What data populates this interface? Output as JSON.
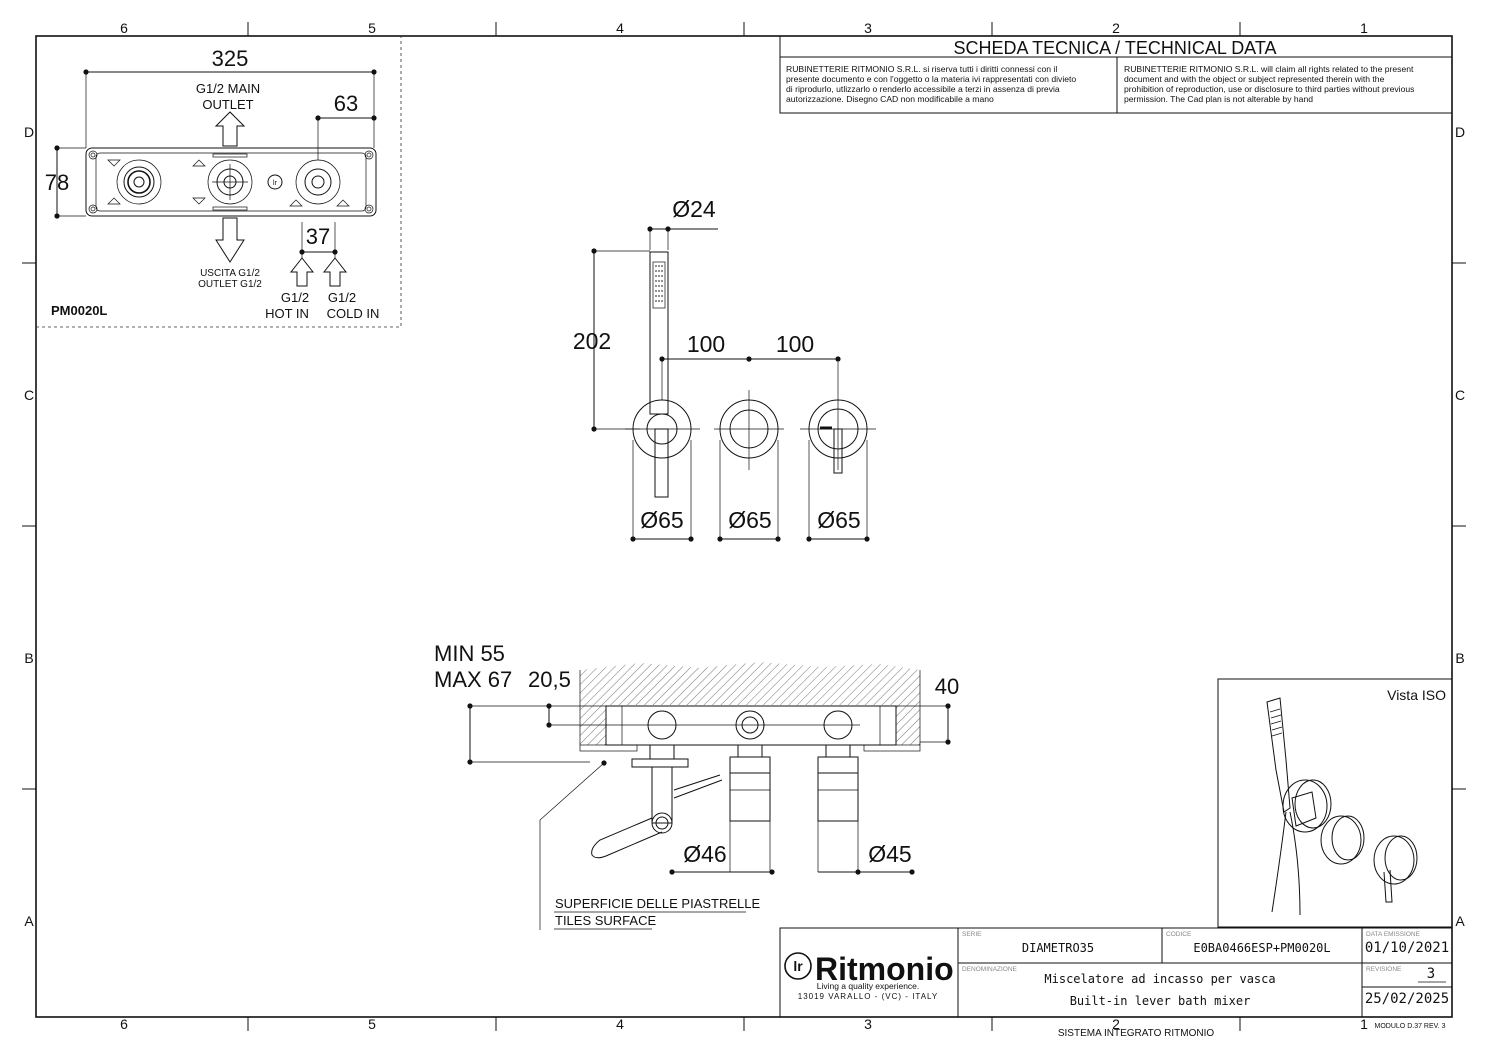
{
  "frame": {
    "col_labels": [
      "6",
      "5",
      "4",
      "3",
      "2",
      "1"
    ],
    "row_labels": [
      "D",
      "C",
      "B",
      "A"
    ]
  },
  "header": {
    "title": "SCHEDA TECNICA / TECHNICAL DATA",
    "notice_it": [
      "RUBINETTERIE RITMONIO S.R.L. si riserva tutti i diritti connessi con il",
      "presente documento e con l'oggetto o la materia ivi rappresentati con divieto",
      "di riprodurlo, utlizzarlo o renderlo accessibile a terzi in assenza di previa",
      "autorizzazione. Disegno CAD non modificabile a mano"
    ],
    "notice_en": [
      "RUBINETTERIE RITMONIO S.R.L. will claim all rights related to the present",
      "document and with the object or subject represented therein with the",
      "prohibition  of reproduction, use or disclosure to third parties without previous",
      "permission.  The Cad plan is not alterable by hand"
    ]
  },
  "detail_box": {
    "dim_width": "325",
    "dim_height": "78",
    "dim_right": "63",
    "dim_inlets": "37",
    "main_outlet": [
      "G1/2  MAIN",
      "OUTLET"
    ],
    "outlet": [
      "USCITA G1/2",
      "OUTLET G1/2"
    ],
    "hot_in": [
      "G1/2",
      "HOT IN"
    ],
    "cold_in": [
      "G1/2",
      "COLD IN"
    ],
    "code": "PM0020L"
  },
  "front_view": {
    "dim_hand_shower": "Ø24",
    "dim_height": "202",
    "dim_spacing_1": "100",
    "dim_spacing_2": "100",
    "dim_rosette_1": "Ø65",
    "dim_rosette_2": "Ø65",
    "dim_rosette_3": "Ø65"
  },
  "side_view": {
    "dim_depth": [
      "MIN 55",
      "MAX 67"
    ],
    "dim_offset": "20,5",
    "dim_right": "40",
    "dim_knob_1": "Ø46",
    "dim_knob_2": "Ø45",
    "tiles_label": [
      "SUPERFICIE DELLE PIASTRELLE",
      "TILES SURFACE"
    ]
  },
  "iso_view": {
    "label": "Vista ISO"
  },
  "title_block": {
    "brand": "Ritmonio",
    "tagline": "Living a quality experience.",
    "address": "13019 VARALLO - (VC) - ITALY",
    "serie_label": "SERIE",
    "serie": "DIAMETRO35",
    "codice_label": "CODICE",
    "codice": "E0BA0466ESP+PM0020L",
    "data_label": "DATA EMISSIONE",
    "data": "01/10/2021",
    "denominazione_label": "DENOMINAZIONE",
    "denominazione_it": "Miscelatore ad incasso per vasca",
    "denominazione_en": "Built-in lever bath mixer",
    "revisione_label": "REVISIONE",
    "revisione": "3",
    "revisione_date": "25/02/2025"
  },
  "footer": {
    "system": "SISTEMA INTEGRATO RITMONIO",
    "module": "MODULO D.37 REV. 3"
  }
}
